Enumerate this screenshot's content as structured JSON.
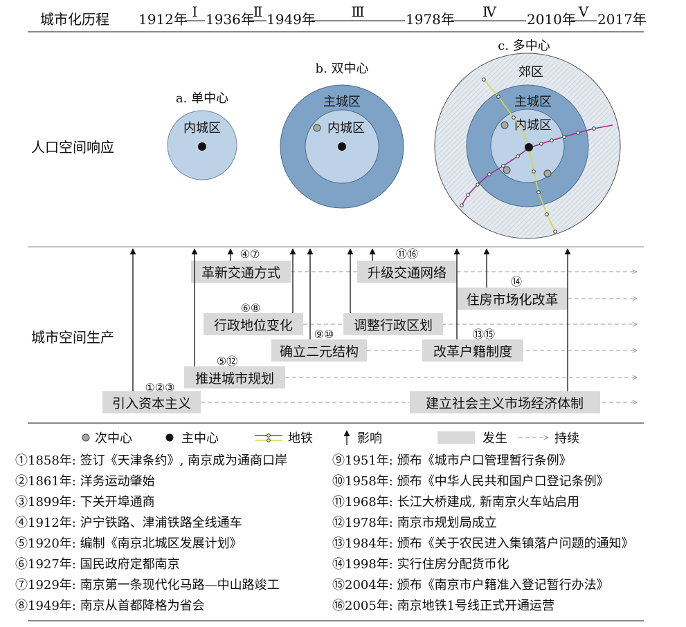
{
  "timeline": {
    "label": "城市化历程",
    "years": [
      "1912年",
      "1936年",
      "1949年",
      "1978年",
      "2010年",
      "2017年"
    ],
    "stages": [
      "Ⅰ",
      "Ⅱ",
      "Ⅲ",
      "Ⅳ",
      "Ⅴ"
    ]
  },
  "row_labels": {
    "population": "人口空间响应",
    "production": "城市空间生产"
  },
  "models": {
    "a": {
      "title": "a. 单中心",
      "inner": "内城区"
    },
    "b": {
      "title": "b. 双中心",
      "main": "主城区",
      "inner": "内城区"
    },
    "c": {
      "title": "c. 多中心",
      "suburb": "郊区",
      "main": "主城区",
      "inner": "内城区"
    }
  },
  "colors": {
    "inner": "#bdd2e6",
    "main": "#7fa3c7",
    "suburb": "#dde4ec",
    "metro": "#9c2f8f",
    "metro_yellow": "#d8d83a"
  },
  "events": [
    {
      "label": "引入资本主义",
      "refs": "①②③"
    },
    {
      "label": "推进城市规划",
      "refs": "⑤⑫"
    },
    {
      "label": "行政地位变化",
      "refs": "⑥⑧"
    },
    {
      "label": "革新交通方式",
      "refs": "④⑦"
    },
    {
      "label": "确立二元结构",
      "refs": "⑨⑩"
    },
    {
      "label": "调整行政区划",
      "refs": ""
    },
    {
      "label": "升级交通网络",
      "refs": "⑪⑯"
    },
    {
      "label": "改革户籍制度",
      "refs": "⑬⑮"
    },
    {
      "label": "住房市场化改革",
      "refs": "⑭"
    },
    {
      "label": "建立社会主义市场经济体制",
      "refs": ""
    }
  ],
  "legend": {
    "sub_center": "次中心",
    "main_center": "主中心",
    "metro": "地铁",
    "influence": "影响",
    "occur": "发生",
    "continue": "持续"
  },
  "notes_left": [
    "①1858年: 签订《天津条约》, 南京成为通商口岸",
    "②1861年: 洋务运动肇始",
    "③1899年: 下关开埠通商",
    "④1912年: 沪宁铁路、津浦铁路全线通车",
    "⑤1920年: 编制《南京北城区发展计划》",
    "⑥1927年: 国民政府定都南京",
    "⑦1929年: 南京第一条现代化马路—中山路竣工",
    "⑧1949年: 南京从首都降格为省会"
  ],
  "notes_right": [
    "⑨1951年: 颁布《城市户口管理暂行条例》",
    "⑩1958年: 颁布《中华人民共和国户口登记条例》",
    "⑪1968年: 长江大桥建成, 新南京火车站启用",
    "⑫1978年: 南京市规划局成立",
    "⑬1984年: 颁布《关于农民进入集镇落户问题的通知》",
    "⑭1998年: 实行住房分配货币化",
    "⑮2004年: 颁布《南京市户籍准入登记暂行办法》",
    "⑯2005年: 南京地铁1号线正式开通运营"
  ]
}
